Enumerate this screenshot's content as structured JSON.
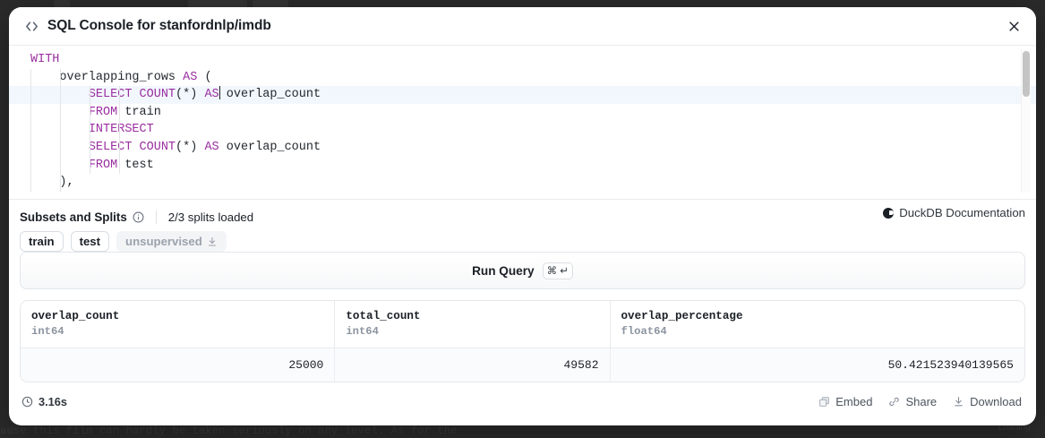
{
  "background": {
    "page_text": "ause this film can hardly be taken seriously on any level. As for the",
    "page_text_right": "Loading"
  },
  "modal": {
    "icon": "code-brackets-icon",
    "title": "SQL Console for stanfordnlp/imdb",
    "close_icon": "close-icon"
  },
  "editor": {
    "language": "sql",
    "lines": [
      [
        {
          "t": "WITH",
          "c": "kw"
        }
      ],
      [
        {
          "t": "    overlapping_rows ",
          "c": "id"
        },
        {
          "t": "AS",
          "c": "kw"
        },
        {
          "t": " (",
          "c": "punct"
        }
      ],
      [
        {
          "t": "        ",
          "c": "id"
        },
        {
          "t": "SELECT",
          "c": "kw"
        },
        {
          "t": " ",
          "c": "id"
        },
        {
          "t": "COUNT",
          "c": "fn"
        },
        {
          "t": "(*) ",
          "c": "punct"
        },
        {
          "t": "AS",
          "c": "kw"
        },
        {
          "t": "CARET",
          "c": "caret"
        },
        {
          "t": " overlap_count",
          "c": "id"
        }
      ],
      [
        {
          "t": "        ",
          "c": "id"
        },
        {
          "t": "FROM",
          "c": "kw"
        },
        {
          "t": " train",
          "c": "id"
        }
      ],
      [
        {
          "t": "        ",
          "c": "id"
        },
        {
          "t": "INTERSECT",
          "c": "kw"
        }
      ],
      [
        {
          "t": "        ",
          "c": "id"
        },
        {
          "t": "SELECT",
          "c": "kw"
        },
        {
          "t": " ",
          "c": "id"
        },
        {
          "t": "COUNT",
          "c": "fn"
        },
        {
          "t": "(*) ",
          "c": "punct"
        },
        {
          "t": "AS",
          "c": "kw"
        },
        {
          "t": " overlap_count",
          "c": "id"
        }
      ],
      [
        {
          "t": "        ",
          "c": "id"
        },
        {
          "t": "FROM",
          "c": "kw"
        },
        {
          "t": " test",
          "c": "id"
        }
      ],
      [
        {
          "t": "    ),",
          "c": "punct"
        }
      ]
    ],
    "active_line_index": 2,
    "scrollbar": "vertical-scrollbar"
  },
  "subsets": {
    "title": "Subsets and Splits",
    "info_icon": "info-icon",
    "splits_loaded": "2/3 splits loaded",
    "duckdb_link": "DuckDB Documentation",
    "duckdb_icon": "duckdb-logo-icon",
    "chips": [
      {
        "label": "train",
        "state": "loaded",
        "download_icon": false
      },
      {
        "label": "test",
        "state": "loaded",
        "download_icon": false
      },
      {
        "label": "unsupervised",
        "state": "unloaded",
        "download_icon": true
      }
    ]
  },
  "run": {
    "label": "Run Query",
    "shortcut": "⌘ ↵"
  },
  "results": {
    "columns": [
      {
        "name": "overlap_count",
        "type": "int64"
      },
      {
        "name": "total_count",
        "type": "int64"
      },
      {
        "name": "overlap_percentage",
        "type": "float64"
      }
    ],
    "rows": [
      [
        "25000",
        "49582",
        "50.421523940139565"
      ]
    ]
  },
  "footer": {
    "clock_icon": "clock-icon",
    "elapsed": "3.16s",
    "actions": [
      {
        "label": "Embed",
        "icon": "copy-icon"
      },
      {
        "label": "Share",
        "icon": "link-icon"
      },
      {
        "label": "Download",
        "icon": "download-icon"
      }
    ]
  }
}
